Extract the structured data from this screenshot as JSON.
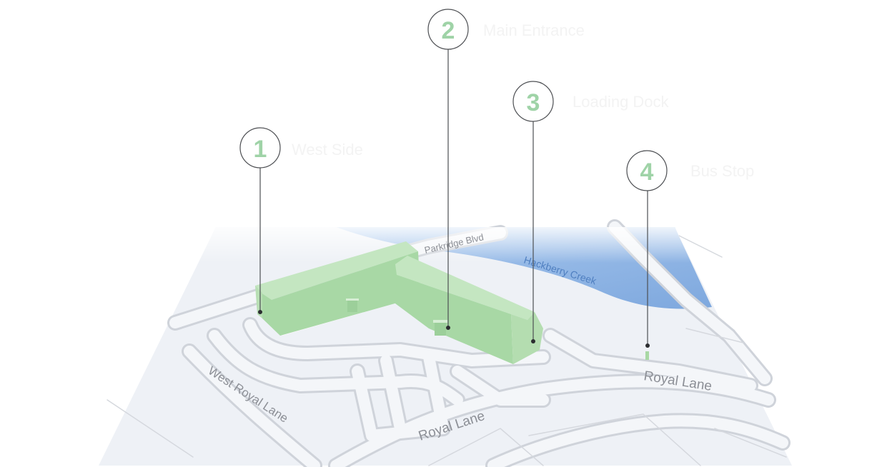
{
  "map": {
    "streets": {
      "parkridge": "Parkridge Blvd",
      "west_royal": "West Royal Lane",
      "royal_center": "Royal Lane",
      "royal_east": "Royal Lane"
    },
    "water": {
      "creek": "Hackberry Creek"
    },
    "colors": {
      "building": "#a8d8a5",
      "water": "#7ea8de",
      "road": "#d6d9df",
      "ground": "#eef1f6"
    }
  },
  "markers": [
    {
      "number": "1",
      "label": "West Side"
    },
    {
      "number": "2",
      "label": "Main Entrance"
    },
    {
      "number": "3",
      "label": "Loading Dock"
    },
    {
      "number": "4",
      "label": "Bus Stop"
    }
  ]
}
